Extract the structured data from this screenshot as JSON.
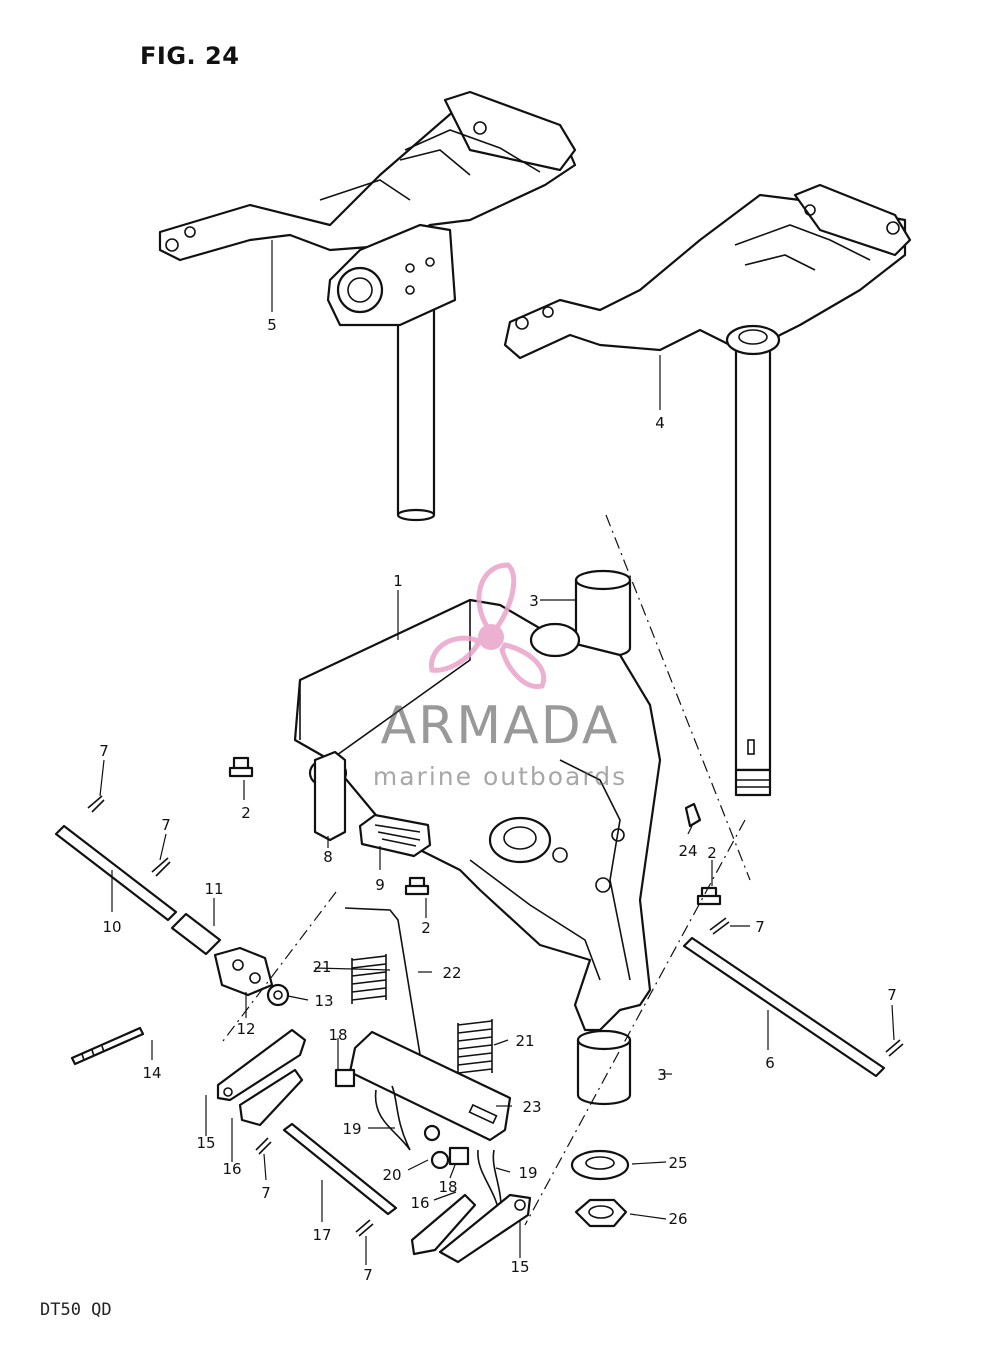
{
  "figure": {
    "title": "FIG. 24",
    "model_code": "DT50 QD"
  },
  "watermark": {
    "brand": "ARMADA",
    "tagline": "marine outboards",
    "accent_color": "#e9a3c9"
  },
  "callouts": [
    "1",
    "2",
    "2",
    "2",
    "3",
    "3",
    "4",
    "5",
    "6",
    "7",
    "7",
    "7",
    "7",
    "7",
    "7",
    "8",
    "9",
    "10",
    "11",
    "12",
    "13",
    "14",
    "15",
    "15",
    "16",
    "16",
    "17",
    "18",
    "18",
    "19",
    "19",
    "20",
    "21",
    "21",
    "22",
    "23",
    "24",
    "25",
    "26"
  ]
}
